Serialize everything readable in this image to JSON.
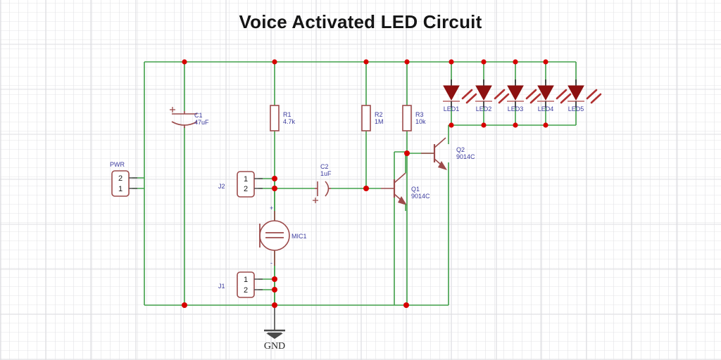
{
  "page": {
    "title": "Voice Activated LED Circuit",
    "background_color": "#ffffff",
    "wire_color": "#41a04a",
    "component_color": "#9c4b4b",
    "junction_color": "#d60000",
    "label_color": "#3b3b9e",
    "title_color": "#151515"
  },
  "schematic": {
    "type": "circuit-diagram",
    "ground": {
      "label": "GND"
    },
    "connectors": [
      {
        "ref": "PWR",
        "pins": [
          "2",
          "1"
        ]
      },
      {
        "ref": "J2",
        "pins": [
          "1",
          "2"
        ]
      },
      {
        "ref": "J1",
        "pins": [
          "1",
          "2"
        ]
      }
    ],
    "capacitors": [
      {
        "ref": "C1",
        "value": "47uF",
        "polarity": "+",
        "orientation": "vertical"
      },
      {
        "ref": "C2",
        "value": "1uF",
        "polarity": "+",
        "orientation": "horizontal"
      }
    ],
    "resistors": [
      {
        "ref": "R1",
        "value": "4.7k"
      },
      {
        "ref": "R2",
        "value": "1M"
      },
      {
        "ref": "R3",
        "value": "10k"
      }
    ],
    "transistors": [
      {
        "ref": "Q1",
        "value": "9014C",
        "type": "NPN"
      },
      {
        "ref": "Q2",
        "value": "9014C",
        "type": "NPN"
      }
    ],
    "microphone": {
      "ref": "MIC1",
      "plus": "+",
      "minus": "-"
    },
    "leds": [
      {
        "ref": "LED1"
      },
      {
        "ref": "LED2"
      },
      {
        "ref": "LED3"
      },
      {
        "ref": "LED4"
      },
      {
        "ref": "LED5"
      }
    ]
  }
}
